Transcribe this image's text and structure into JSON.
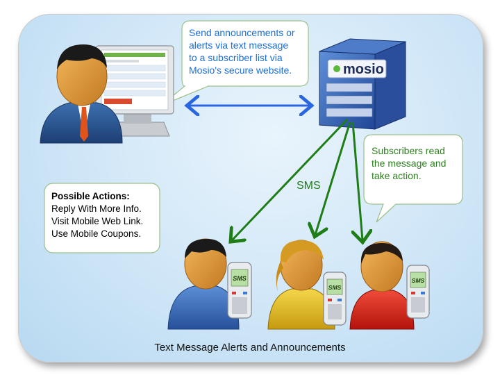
{
  "callouts": {
    "sender": "Send announcements or\nalerts via text message\nto a subscriber list via\nMosio's secure website.",
    "subscribers": "Subscribers read\nthe message and\ntake action."
  },
  "actions": {
    "title": "Possible Actions:",
    "items": [
      "Reply With More Info.",
      "Visit Mobile Web Link.",
      "Use Mobile Coupons."
    ]
  },
  "arrow_label": "SMS",
  "server_logo": "mosio",
  "phone_screen": "SMS",
  "caption": "Text Message Alerts and Announcements",
  "colors": {
    "sender_text": "#1a6ed8",
    "subscriber_text": "#2c7f1e",
    "sync_arrow": "#2a66e0",
    "sms_arrow": "#1f7d18",
    "panel": "#cfe6f7"
  },
  "icons": [
    "businessman-at-computer-icon",
    "server-icon",
    "man-with-phone-icon",
    "woman-with-phone-icon",
    "man-red-shirt-with-phone-icon"
  ]
}
